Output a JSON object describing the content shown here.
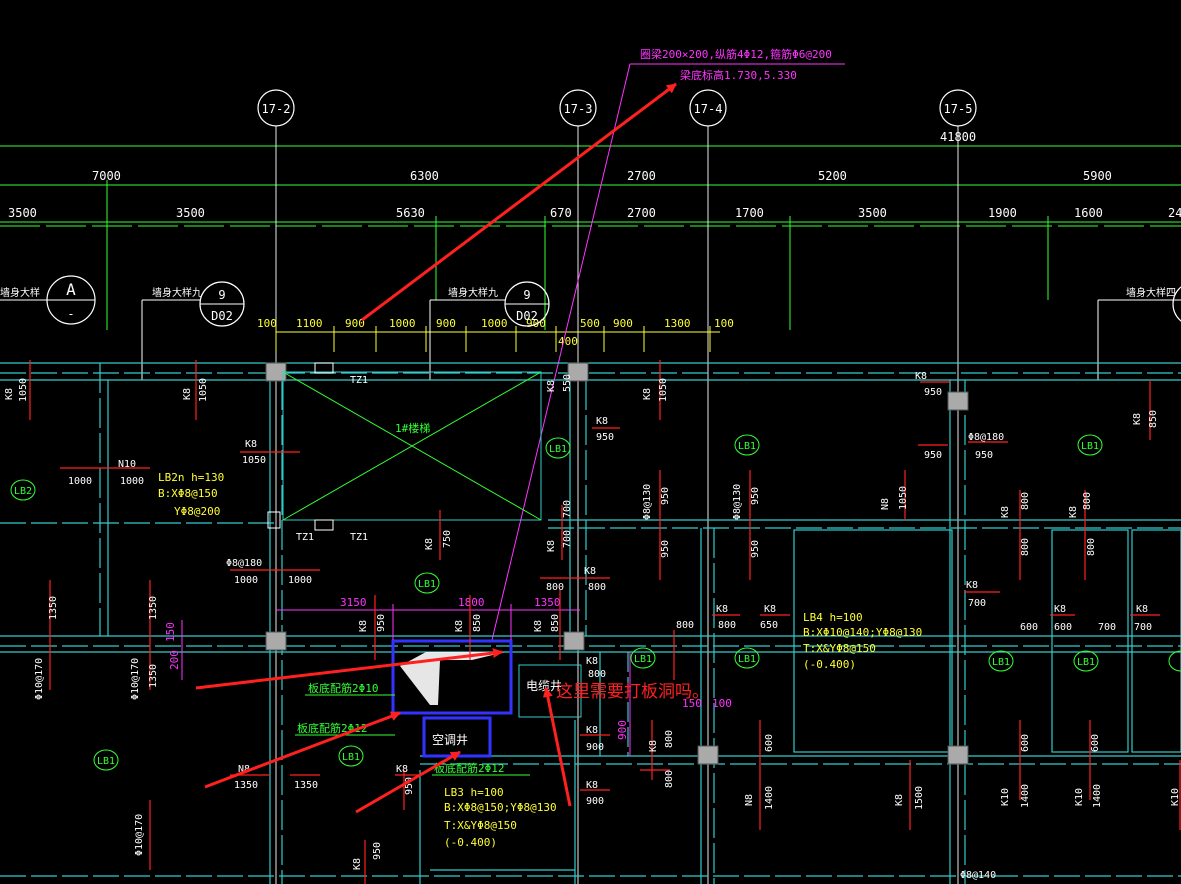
{
  "axes": [
    {
      "id": "axis-17-2",
      "label": "17-2"
    },
    {
      "id": "axis-17-3",
      "label": "17-3"
    },
    {
      "id": "axis-17-4",
      "label": "17-4"
    },
    {
      "id": "axis-17-5",
      "label": "17-5"
    }
  ],
  "dimensions": {
    "total": "41800",
    "row1": [
      "7000",
      "6300",
      "2700",
      "5200",
      "5900"
    ],
    "row2": [
      "3500",
      "3500",
      "5630",
      "670",
      "2700",
      "1700",
      "3500",
      "1900",
      "1600",
      "24"
    ],
    "row3": [
      "100",
      "1100",
      "900",
      "1000",
      "900",
      "1000",
      "900",
      "500",
      "900",
      "1300",
      "100"
    ],
    "small": "400",
    "middle": [
      "3150",
      "1800",
      "1350"
    ],
    "vertical": [
      "150",
      "200"
    ],
    "shaft_dims": [
      "150",
      "100",
      "900"
    ]
  },
  "callouts": {
    "top_line1": "圈梁200×200,纵筋4Φ12,箍筋Φ6@200",
    "top_line2": "梁底标高1.730,5.330",
    "question": "这里需要打板洞吗。"
  },
  "labels": {
    "detail_a": "A",
    "detail_a_sub": "-",
    "detail_9_top": "9",
    "detail_9_bottom": "D02",
    "wall_detail_left": "墙身大样九",
    "wall_detail_mid": "墙身大样九",
    "wall_detail_right": "墙身大样四",
    "wall_detail_far_left": "墙身大样",
    "stair": "1#楼梯",
    "tz1": "TZ1",
    "elec_shaft": "电缆井",
    "ac_shaft": "空调井",
    "board_rebar_1": "板底配筋2Φ10",
    "board_rebar_2": "板底配筋2Φ12",
    "board_rebar_3": "板底配筋2Φ12"
  },
  "slab_notes": {
    "lb2n": [
      "LB2n  h=130",
      "B:XΦ8@150",
      "YΦ8@200"
    ],
    "lb4": [
      "LB4  h=100",
      "B:XΦ10@140;YΦ8@130",
      "T:X&YΦ8@150",
      "(-0.400)"
    ],
    "lb3": [
      "LB3  h=100",
      "B:XΦ8@150;YΦ8@130",
      "T:X&YΦ8@150",
      "(-0.400)"
    ]
  },
  "slab_tags": [
    "LB2",
    "LB1",
    "LB1",
    "LB1",
    "LB1",
    "LB1",
    "LB1",
    "LB1",
    "LB1",
    "LB1",
    "LB1",
    "LB1"
  ],
  "rebar_marks": {
    "k8": "K8",
    "k10": "K10",
    "n8": "N8",
    "n10": "N10",
    "phi8_180": "Φ8@180",
    "phi8_130": "Φ8@130",
    "phi10_170": "Φ10@170",
    "phi8_140": "Φ8@140",
    "v1050": "1050",
    "v1000": "1000",
    "v950": "950",
    "v850": "850",
    "v800": "800",
    "v750": "750",
    "v700": "700",
    "v650": "650",
    "v600": "600",
    "v550": "550",
    "v1350": "1350",
    "v1400": "1400",
    "v1500": "1500",
    "v900": "900"
  },
  "colors": {
    "background": "#000000",
    "axis_line": "#ffffff",
    "dim_line": "#33ff33",
    "wall": "#33cccc",
    "rebar": "#ff2020",
    "note_yellow": "#ffff33",
    "magenta": "#ff33ff",
    "arrow": "#ff2020"
  }
}
